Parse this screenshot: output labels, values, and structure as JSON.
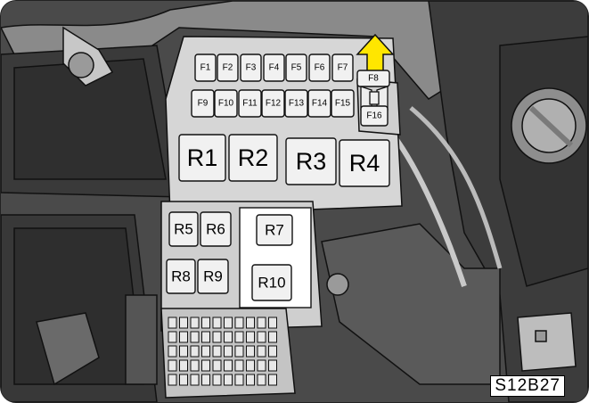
{
  "fuses_top": [
    "F1",
    "F2",
    "F3",
    "F4",
    "F5",
    "F6",
    "F7"
  ],
  "fuse_f8": "F8",
  "fuses_bottom": [
    "F9",
    "F10",
    "F11",
    "F12",
    "F13",
    "F14",
    "F15"
  ],
  "fuse_f16": "F16",
  "relays_large": [
    "R1",
    "R2",
    "R3",
    "R4"
  ],
  "relays_small": [
    "R5",
    "R6",
    "R8",
    "R9"
  ],
  "relays_white_panel": [
    "R7",
    "R10"
  ],
  "figure_code": "S12B27",
  "colors": {
    "arrow": "#ffe600",
    "background": "#454545",
    "fusebox": "#d6d6d6"
  }
}
